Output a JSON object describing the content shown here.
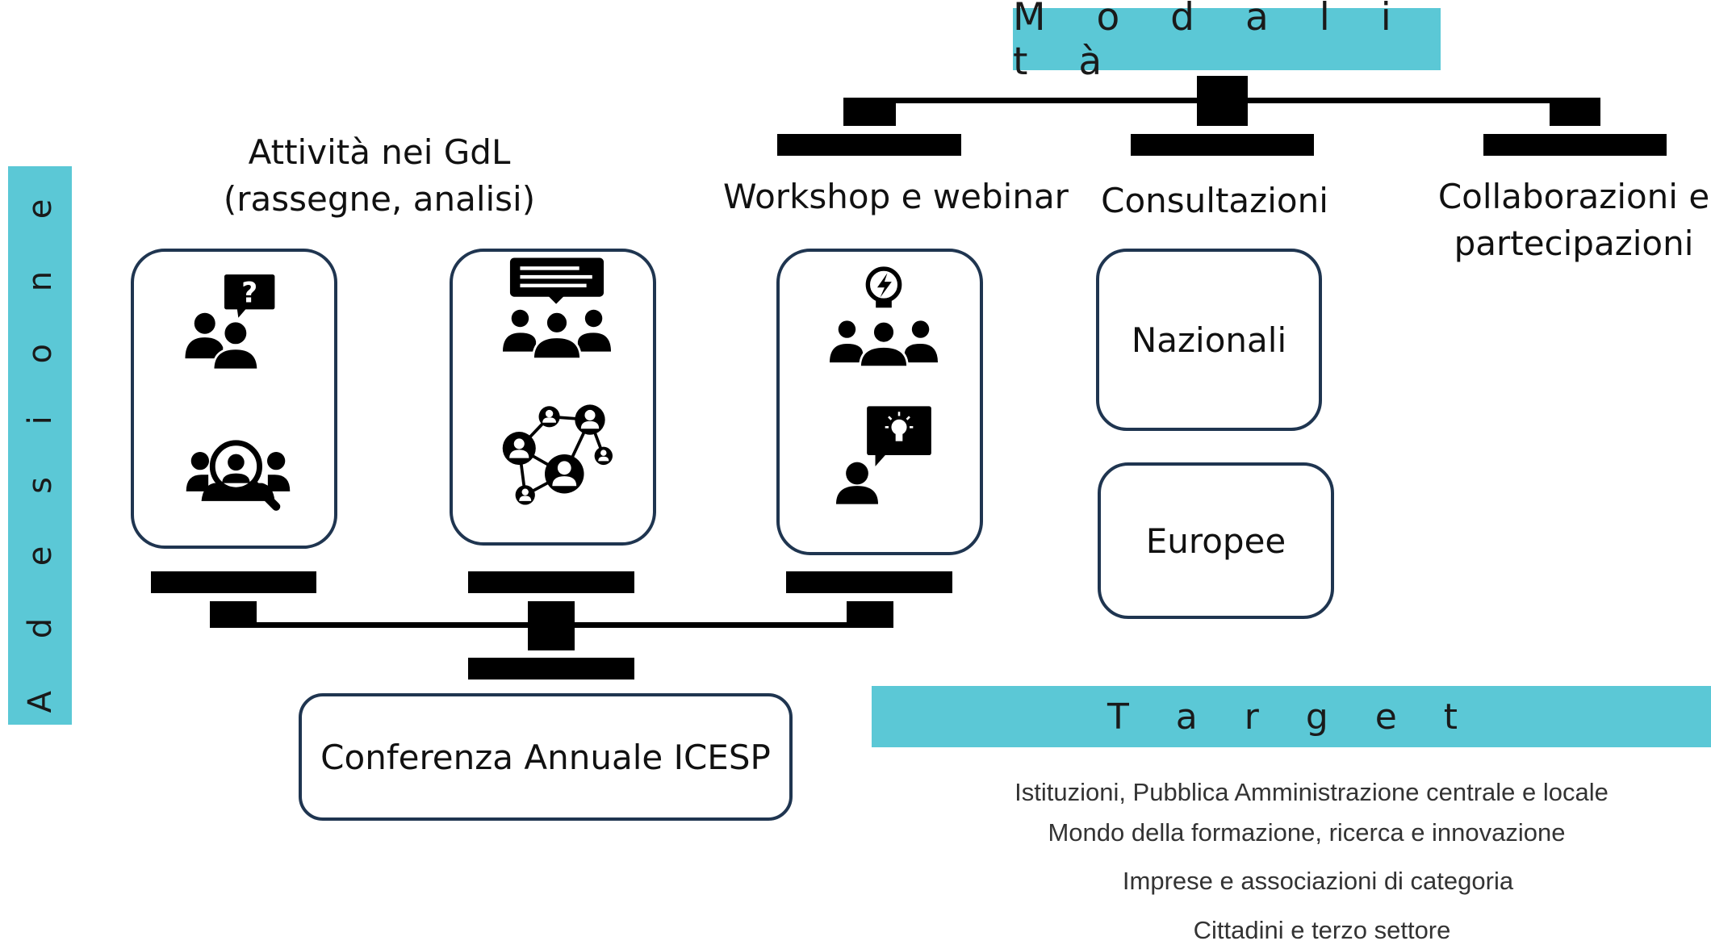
{
  "banners": {
    "modalita": "M o d a l i t à",
    "adesione": "A d e s i o n e",
    "target": "T a r g e t"
  },
  "modalita_labels": {
    "gdl": [
      "Attività nei GdL",
      "(rassegne, analisi)"
    ],
    "workshop": "Workshop e webinar",
    "consultazioni": "Consultazioni",
    "collaborazioni": [
      "Collaborazioni e",
      "partecipazioni"
    ]
  },
  "consultazioni_boxes": {
    "nazionali": "Nazionali",
    "europee": "Europee"
  },
  "conferenza": "Conferenza Annuale ICESP",
  "target_list": [
    "Istituzioni,  Pubblica Amministrazione centrale e locale",
    "Mondo della formazione, ricerca e  innovazione",
    "Imprese e associazioni di categoria",
    "Cittadini e terzo settore"
  ],
  "colors": {
    "banner": "#5bc8d6",
    "box_border": "#1f3550",
    "connector": "#000000"
  },
  "icons": {
    "box1": [
      "group-question-icon",
      "group-search-icon"
    ],
    "box2": [
      "group-discussion-icon",
      "network-people-icon"
    ],
    "box3": [
      "group-idea-icon",
      "person-idea-icon"
    ]
  }
}
